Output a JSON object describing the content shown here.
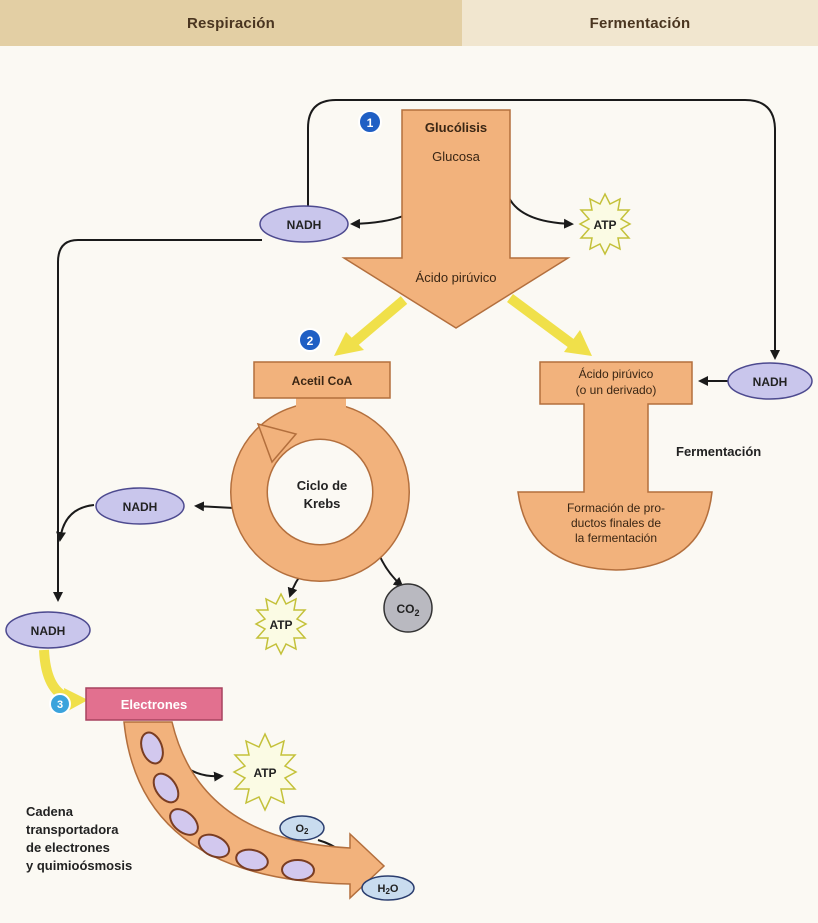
{
  "header": {
    "left_label": "Respiración",
    "right_label": "Fermentación"
  },
  "steps": {
    "one": "1",
    "two": "2",
    "three": "3"
  },
  "glycolysis": {
    "title": "Glucólisis",
    "substrate": "Glucosa",
    "product": "Ácido pirúvico"
  },
  "molecules": {
    "nadh": "NADH",
    "atp": "ATP",
    "co2_base": "CO",
    "co2_sub": "2",
    "o2_base": "O",
    "o2_sub": "2",
    "h2o_h": "H",
    "h2o_sub": "2",
    "h2o_o": "O"
  },
  "krebs": {
    "acetyl": "Acetil CoA",
    "cycle_line1": "Ciclo de",
    "cycle_line2": "Krebs"
  },
  "fermentation": {
    "pyruvate_line1": "Ácido pirúvico",
    "pyruvate_line2": "(o un derivado)",
    "label": "Fermentación",
    "products_line1": "Formación de pro-",
    "products_line2": "ductos finales de",
    "products_line3": "la fermentación"
  },
  "electron_chain": {
    "electrons": "Electrones",
    "label_line1": "Cadena",
    "label_line2": "transportadora",
    "label_line3": "de electrones",
    "label_line4": "y quimioósmosis"
  },
  "colors": {
    "orange": "#f2b27c",
    "orange_stroke": "#b36f3d",
    "nadh_fill": "#c9c6ec",
    "nadh_stroke": "#4d4a8f",
    "yellow_arrow": "#f0e04a",
    "electron_box": "#e2708f",
    "step_badge": "#1f5fc4"
  }
}
